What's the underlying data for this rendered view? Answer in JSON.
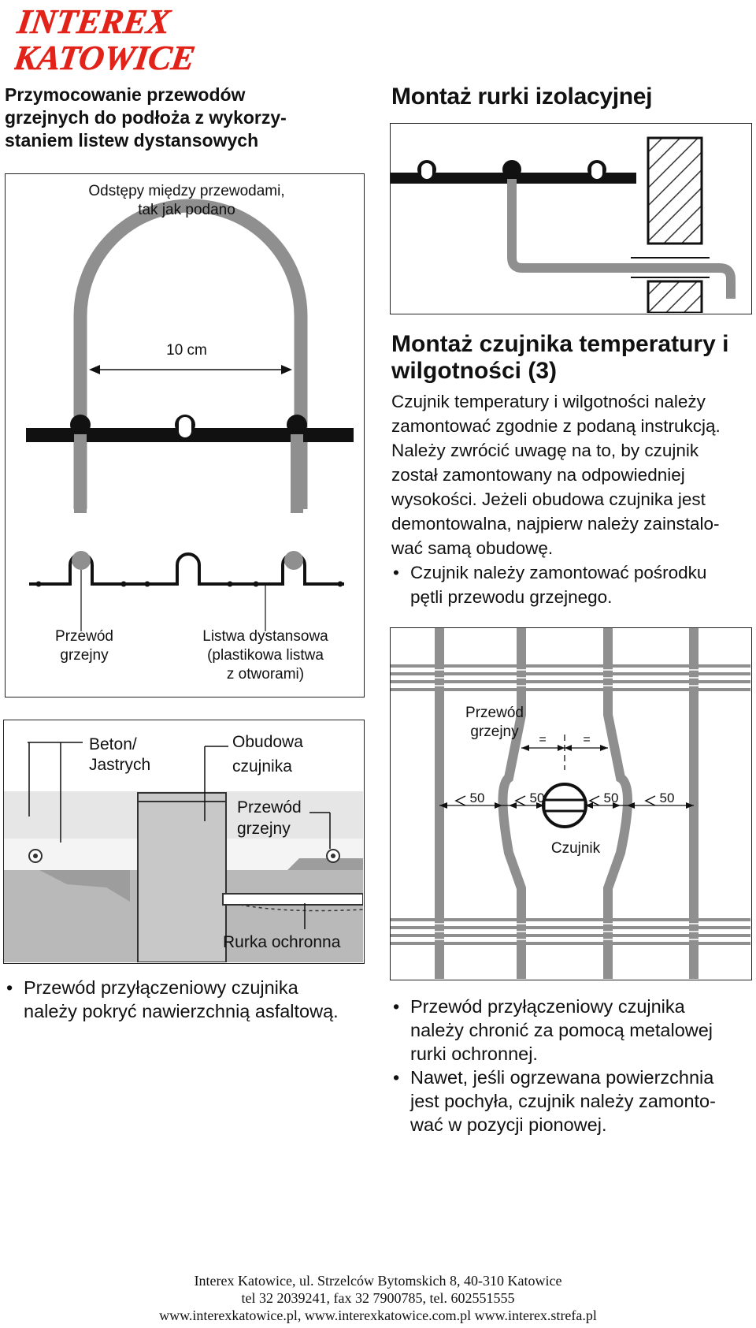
{
  "logo": {
    "line1": "INTEREX",
    "line2": "KATOWICE",
    "color": "#e2231a"
  },
  "left_section": {
    "heading": "Przymocowanie przewodów grzejnych do podłoża z wykorzy-staniem listew dystansowych",
    "heading_lines": [
      "Przymocowanie przewodów",
      "grzejnych do podłoża z wykorzy-",
      "staniem listew dystansowych"
    ],
    "diagram": {
      "spacing_label_line1": "Odstępy między przewodami,",
      "spacing_label_line2": "tak jak podano",
      "distance_label": "10 cm",
      "cable_label_line1": "Przewód",
      "cable_label_line2": "grzejny",
      "strip_label_line1": "Listwa dystansowa",
      "strip_label_line2": "(plastikowa listwa",
      "strip_label_line3": "z otworami)"
    }
  },
  "conduit_section": {
    "heading": "Montaż rurki izolacyjnej"
  },
  "sensor_section": {
    "heading_line1": "Montaż czujnika temperatury i",
    "heading_line2": "wilgotności (3)",
    "paragraph_lines": [
      "Czujnik temperatury i wilgotności należy",
      "zamontować zgodnie z podaną instrukcją.",
      "Należy zwrócić uwagę na to, by czujnik",
      "został zamontowany na odpowiedniej",
      "wysokości. Jeżeli obudowa czujnika jest",
      "demontowalna, najpierw należy zainstalo-",
      "wać samą obudowę."
    ],
    "bullet_lines": [
      "Czujnik należy zamontować pośrodku",
      "pętli przewodu grzejnego."
    ]
  },
  "cross_section": {
    "concrete_label_line1": "Beton/",
    "concrete_label_line2": "Jastrych",
    "housing_label_line1": "Obudowa",
    "housing_label_line2": "czujnika",
    "cable_label_line1": "Przewód",
    "cable_label_line2": "grzejny",
    "pipe_label": "Rurka ochronna"
  },
  "plan_view": {
    "cable_label_line1": "Przewód",
    "cable_label_line2": "grzejny",
    "equal_mark": "=",
    "distance_marks": [
      "50",
      "50",
      "50",
      "50"
    ],
    "sensor_label": "Czujnik"
  },
  "bottom_left": {
    "bullet_lines": [
      "Przewód przyłączeniowy czujnika",
      "należy pokryć nawierzchnią asfaltową."
    ]
  },
  "bottom_right": {
    "bullet1_lines": [
      "Przewód przyłączeniowy czujnika",
      "należy chronić za pomocą metalowej",
      "rurki ochronnej."
    ],
    "bullet2_lines": [
      "Nawet, jeśli ogrzewana powierzchnia",
      "jest pochyła, czujnik należy zamonto-",
      "wać w pozycji pionowej."
    ]
  },
  "footer": {
    "line1": "Interex Katowice, ul. Strzelców Bytomskich 8, 40-310 Katowice",
    "line2": "tel 32 2039241, fax 32 7900785, tel. 602551555",
    "line3": "www.interexkatowice.pl, www.interexkatowice.com.pl www.interex.strefa.pl"
  },
  "colors": {
    "cable": "#8f8f8f",
    "strip": "#111111",
    "concrete": "#b9b9b9",
    "light_layer": "#e6e6e6"
  }
}
